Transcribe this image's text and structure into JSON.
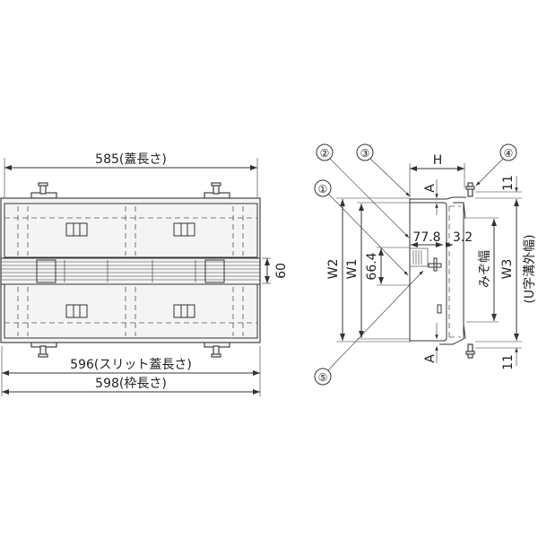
{
  "plan_view": {
    "cover_length": "585(蓋長さ)",
    "slit_cover_length": "596(スリット蓋長さ)",
    "frame_length": "598(枠長さ)",
    "slit_width": "60"
  },
  "section_view": {
    "callouts": [
      "①",
      "②",
      "③",
      "④",
      "⑤"
    ],
    "height": "H",
    "a_top": "A",
    "a_bottom": "A",
    "dim_77_8": "77.8",
    "dim_3_2": "3.2",
    "dim_66_4": "66.4",
    "w1": "W1",
    "w2": "W2",
    "w3": "W3",
    "groove_width": "みぞ幅",
    "u_outer_width": "(U字溝外幅)",
    "eleven_top": "11",
    "eleven_bottom": "11"
  },
  "colors": {
    "line": "#333333",
    "background": "#ffffff"
  }
}
